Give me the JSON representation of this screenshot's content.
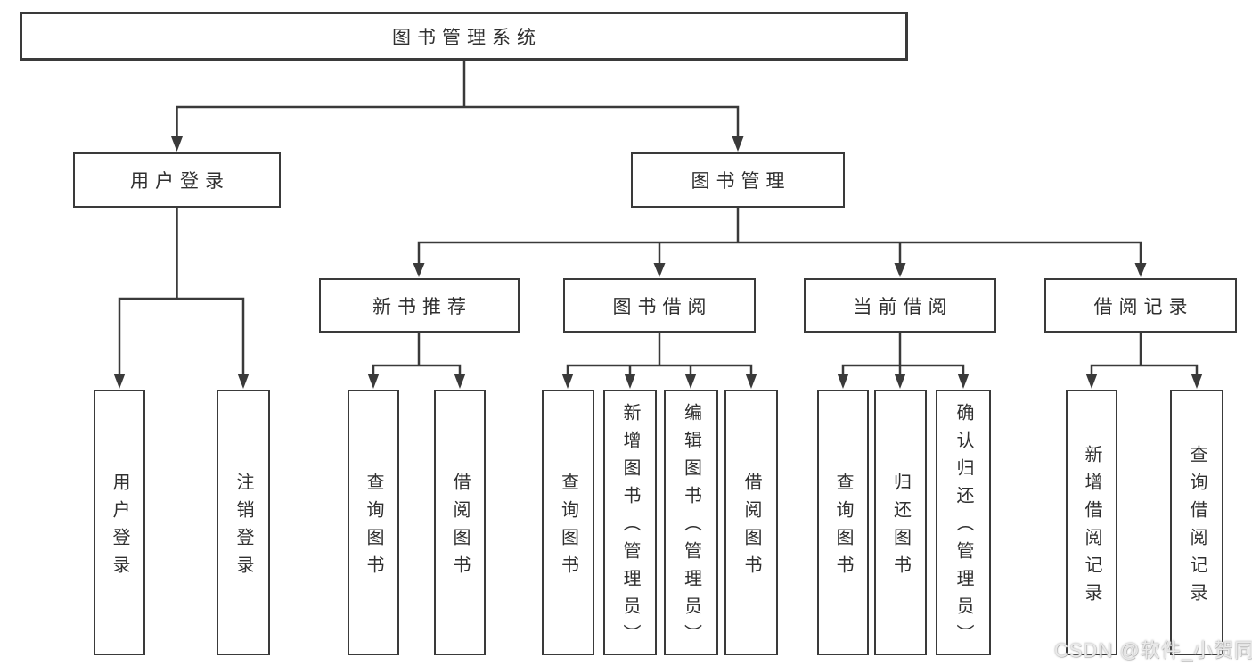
{
  "colors": {
    "line": "#3a3a3a",
    "box_border": "#3a3a3a",
    "text": "#303030",
    "background": "#ffffff",
    "watermark_text": "#e9e9e9"
  },
  "tree": {
    "label": "图书管理系统",
    "children": [
      {
        "label": "用户登录",
        "children": [
          {
            "label": "用户登录"
          },
          {
            "label": "注销登录"
          }
        ]
      },
      {
        "label": "图书管理",
        "children": [
          {
            "label": "新书推荐",
            "children": [
              {
                "label": "查询图书"
              },
              {
                "label": "借阅图书"
              }
            ]
          },
          {
            "label": "图书借阅",
            "children": [
              {
                "label": "查询图书"
              },
              {
                "label": "新增图书（管理员）"
              },
              {
                "label": "编辑图书（管理员）"
              },
              {
                "label": "借阅图书"
              }
            ]
          },
          {
            "label": "当前借阅",
            "children": [
              {
                "label": "查询图书"
              },
              {
                "label": "归还图书"
              },
              {
                "label": "确认归还（管理员）"
              }
            ]
          },
          {
            "label": "借阅记录",
            "children": [
              {
                "label": "新增借阅记录"
              },
              {
                "label": "查询借阅记录"
              }
            ]
          }
        ]
      }
    ]
  },
  "watermark": {
    "text": "CSDN @软件_小贺同学"
  }
}
